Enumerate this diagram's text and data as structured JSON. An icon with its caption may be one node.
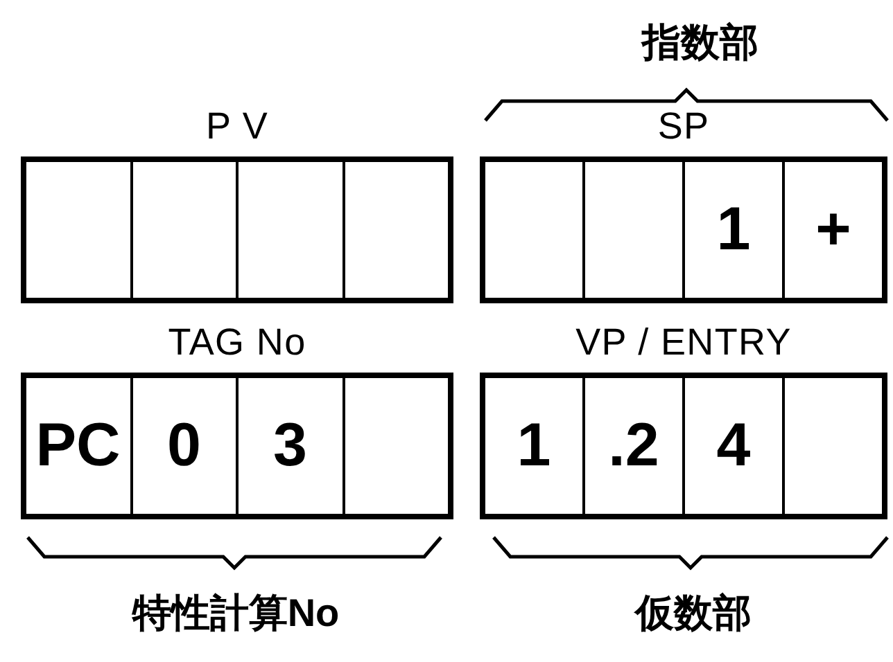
{
  "diagram": {
    "nodes": [
      {
        "text": [
          "P V"
        ]
      },
      {
        "text": [],
        "shape": "box",
        "in": 0
      },
      {
        "text": [],
        "shape": "box",
        "in": 0
      },
      {
        "text": [],
        "shape": "box",
        "in": 0
      },
      {
        "text": [],
        "shape": "box",
        "in": 0
      },
      {
        "text": [
          "SP"
        ]
      },
      {
        "text": [],
        "shape": "box",
        "in": 5
      },
      {
        "text": [],
        "shape": "box",
        "in": 5
      },
      {
        "text": [
          "1"
        ],
        "in": 5
      },
      {
        "text": [
          "+"
        ],
        "in": 5
      },
      {
        "text": [
          "TAG No"
        ]
      },
      {
        "text": [
          "PC"
        ],
        "in": 10
      },
      {
        "text": [
          "0"
        ],
        "in": 10
      },
      {
        "text": [
          "3"
        ],
        "in": 10
      },
      {
        "text": [],
        "shape": "box",
        "in": 10
      },
      {
        "text": [
          "VP / ENTRY"
        ]
      },
      {
        "text": [
          "1"
        ],
        "in": 15
      },
      {
        "text": [
          ".2"
        ],
        "in": 15
      },
      {
        "text": [
          "4"
        ],
        "in": 15
      },
      {
        "text": [],
        "shape": "box",
        "in": 15
      }
    ],
    "labels": [
      "指数部",
      "特性計算No",
      "仮数部"
    ]
  }
}
